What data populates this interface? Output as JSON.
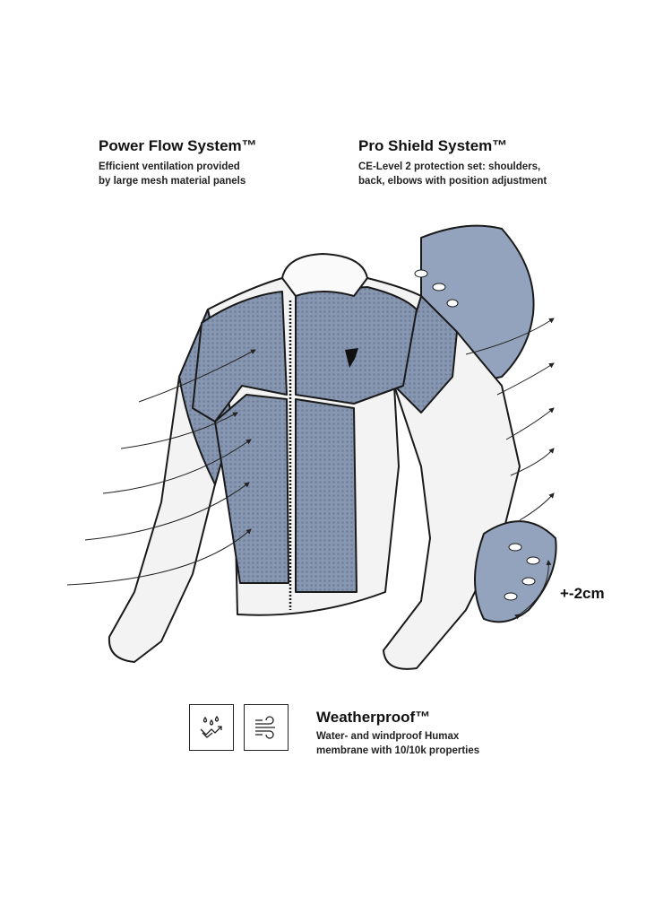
{
  "features": [
    {
      "title": "Power Flow System™",
      "lines": [
        "Efficient ventilation provided",
        "by large mesh material panels"
      ]
    },
    {
      "title": "Pro Shield System™",
      "lines": [
        "CE-Level 2 protection set: shoulders,",
        "back, elbows with position adjustment"
      ]
    },
    {
      "title": "Weatherproof™",
      "lines": [
        "Water- and windproof Humax",
        "membrane with 10/10k properties"
      ]
    }
  ],
  "elbow_adjustment_label": "+-2cm",
  "icons": [
    "water-drops-icon",
    "wind-icon"
  ],
  "colors": {
    "mesh": "#8797b1",
    "protector": "#93a3bd",
    "outline": "#1a1a1a"
  }
}
